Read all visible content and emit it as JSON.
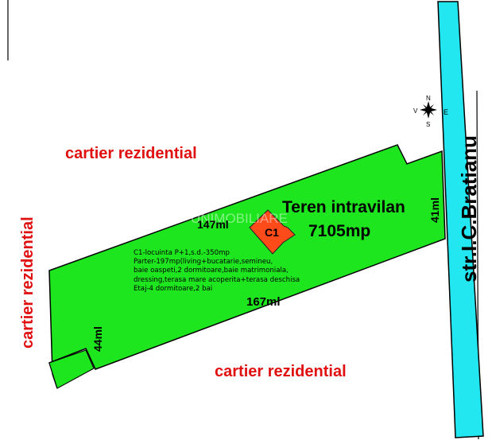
{
  "labels": {
    "area_north": "cartier rezidential",
    "area_west": "cartier rezidential",
    "area_south": "cartier rezidential",
    "street": "str.I.C.Bratianu",
    "plot_title": "Teren intravilan",
    "plot_area": "7105mp",
    "building": "C1",
    "side_top": "147ml",
    "side_bottom": "167ml",
    "side_right": "41ml",
    "side_left": "44ml",
    "watermark": "UNIMOBILIARE"
  },
  "description_lines": [
    "C1-locuinta P+1,s.d.-350mp",
    "Parter-197mp(living+bucatarie,semineu,",
    "baie oaspeti,2 dormitoare,baie matrimoniala,",
    "dressing,terasa mare acoperita+terasa deschisa",
    "Etaj-4 dormitoare,2 bai"
  ],
  "compass": {
    "n": "N",
    "s": "S",
    "e": "E",
    "w": "V"
  },
  "colors": {
    "plot": "#1ee61e",
    "road": "#22e6f0",
    "building": "#ff4a1a",
    "label": "#e01010"
  }
}
